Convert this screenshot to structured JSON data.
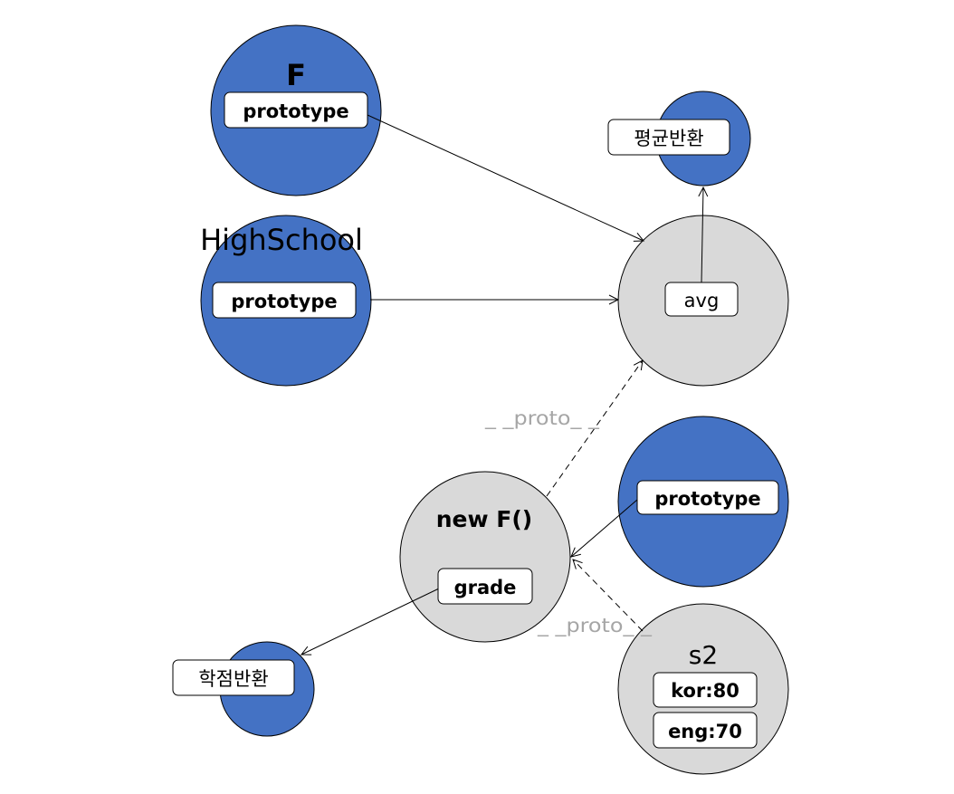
{
  "nodes": {
    "f_constructor": {
      "title": "F",
      "prop": "prototype"
    },
    "highschool": {
      "title": "HighSchool",
      "prop": "prototype"
    },
    "avg_function": {
      "label": "평균반환"
    },
    "shared_prototype": {
      "prop": "avg"
    },
    "new_f_instance": {
      "title": "new F()",
      "prop": "grade"
    },
    "grade_function": {
      "label": "학점반환"
    },
    "s2_prototype_holder": {
      "prop": "prototype"
    },
    "s2": {
      "title": "s2",
      "props": [
        "kor:80",
        "eng:70"
      ]
    }
  },
  "edges": {
    "proto_label_upper": "_ _proto_ _",
    "proto_label_lower": "_ _proto_ _"
  },
  "colors": {
    "blue": "#4472c4",
    "gray": "#d9d9d9",
    "stroke": "#000000",
    "proto_text": "#a6a6a6"
  }
}
